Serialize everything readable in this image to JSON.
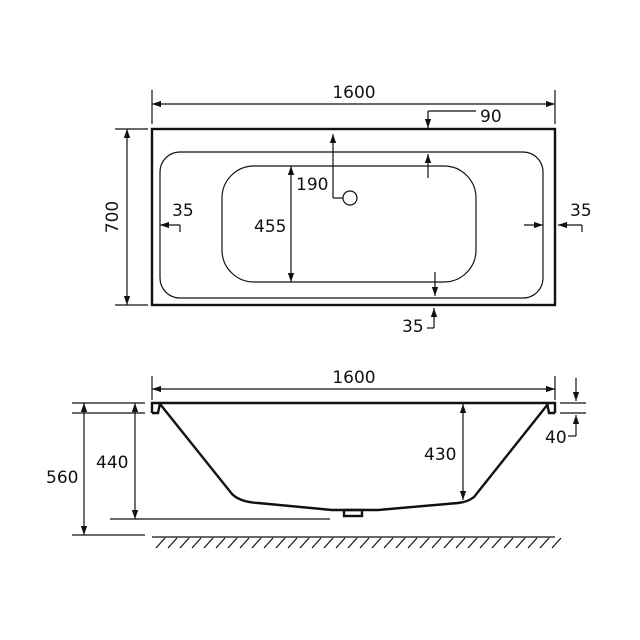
{
  "top_view": {
    "overall_length": "1600",
    "overall_width": "700",
    "rim_left": "35",
    "rim_right": "35",
    "rim_bottom": "35",
    "waste_offset_top": "90",
    "waste_to_edge": "190",
    "basin_width": "455"
  },
  "side_view": {
    "overall_length": "1600",
    "total_height": "560",
    "bath_height": "440",
    "inner_depth": "430",
    "rim_thickness": "40"
  },
  "colors": {
    "line": "#111111",
    "background": "#ffffff"
  }
}
